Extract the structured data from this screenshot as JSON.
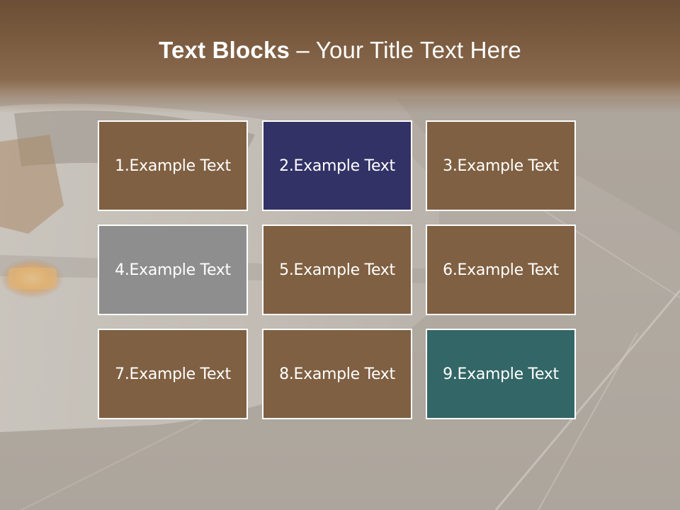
{
  "slide": {
    "title_bold": "Text Blocks",
    "title_dash": " – ",
    "title_rest": "Your Title Text Here"
  },
  "colors": {
    "title_band": "#7a5b40",
    "brown_block": "#806042",
    "navy_block": "#323266",
    "gray_block": "#8e8e8e",
    "teal_block": "#336666",
    "block_border": "#ffffff",
    "text": "#ffffff"
  },
  "blocks": [
    {
      "label": "1.Example Text",
      "color": "#806042"
    },
    {
      "label": "2.Example Text",
      "color": "#323266"
    },
    {
      "label": "3.Example Text",
      "color": "#806042"
    },
    {
      "label": "4.Example Text",
      "color": "#8e8e8e"
    },
    {
      "label": "5.Example Text",
      "color": "#806042"
    },
    {
      "label": "6.Example Text",
      "color": "#806042"
    },
    {
      "label": "7.Example Text",
      "color": "#806042"
    },
    {
      "label": "8.Example Text",
      "color": "#806042"
    },
    {
      "label": "9.Example Text",
      "color": "#336666"
    }
  ]
}
